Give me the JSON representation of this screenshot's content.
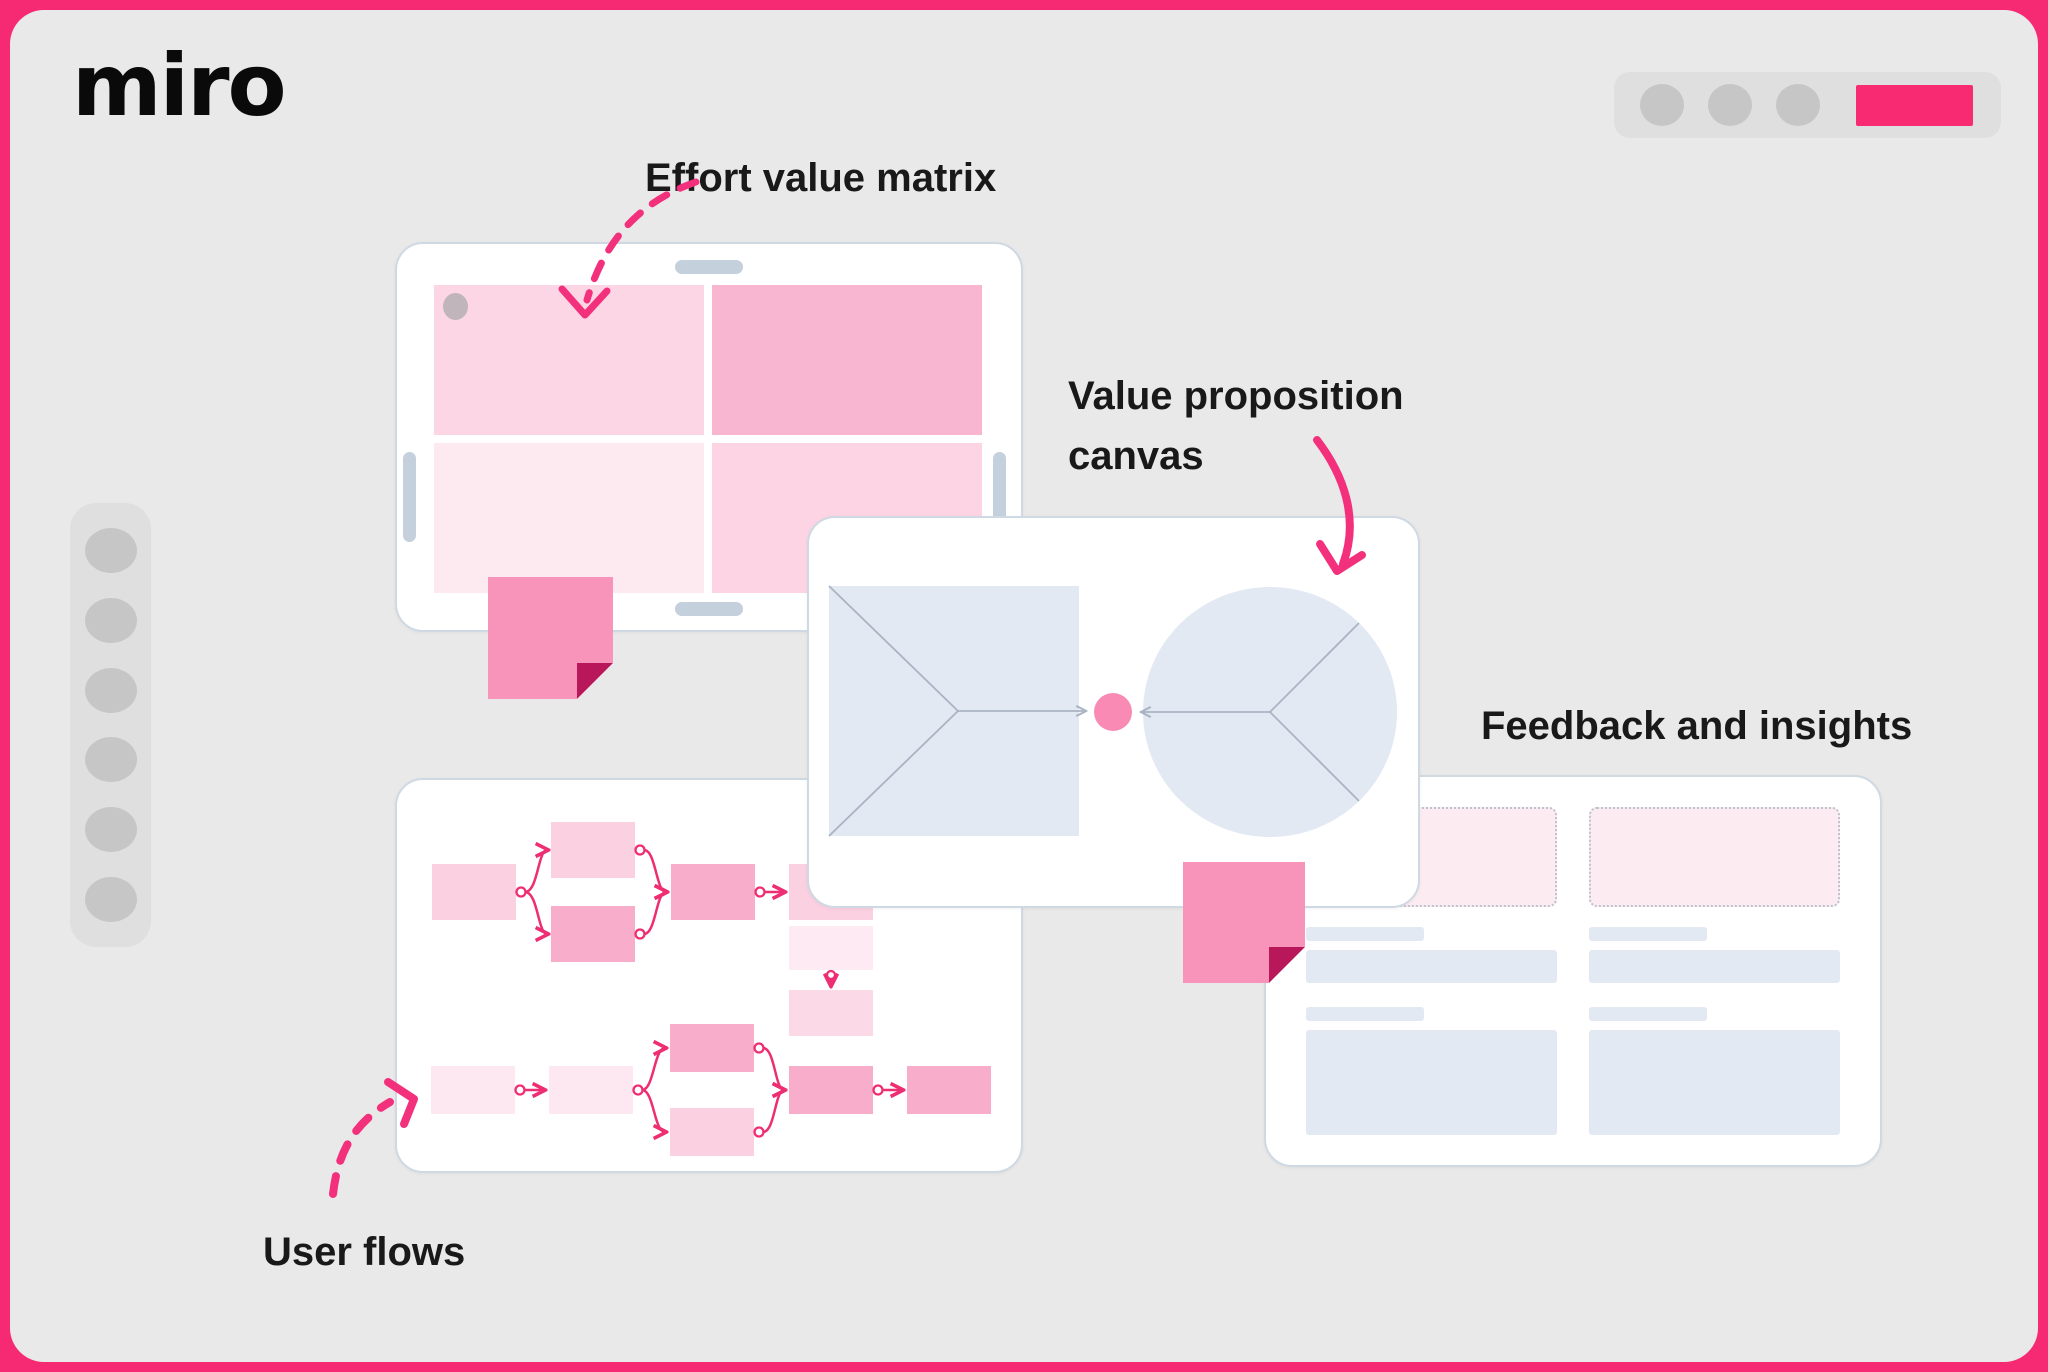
{
  "app": {
    "logo": "miro"
  },
  "colors": {
    "frame_pink": "#f62a72",
    "board_gray": "#eae9e9",
    "toolbar_gray": "#e0dfdf",
    "toolbar_circle_gray": "#c7c6c6",
    "toolbar_action_pink": "#f72a72",
    "arrow_pink": "#f2307c",
    "connector_pink": "#ee2e72",
    "sticky_pink": "#f894ba",
    "sticky_fold": "#b8175a",
    "quadrant_light": "#fcd6e4",
    "quadrant_dark": "#f9b6d0",
    "quadrant_lightest": "#fdeaf1",
    "shape_blue_gray": "#e3e9f3",
    "bar_blue_gray": "#e3e9f2",
    "card_border": "#cfd9e4",
    "dot_pink": "#f98ab3"
  },
  "top_toolbar": {
    "circle_button_count": 3,
    "has_action_button": true
  },
  "left_toolbar": {
    "circle_button_count": 6
  },
  "annotations": {
    "effort": "Effort value matrix",
    "value_prop": "Value proposition canvas",
    "feedback": "Feedback and insights",
    "user_flows": "User flows"
  }
}
